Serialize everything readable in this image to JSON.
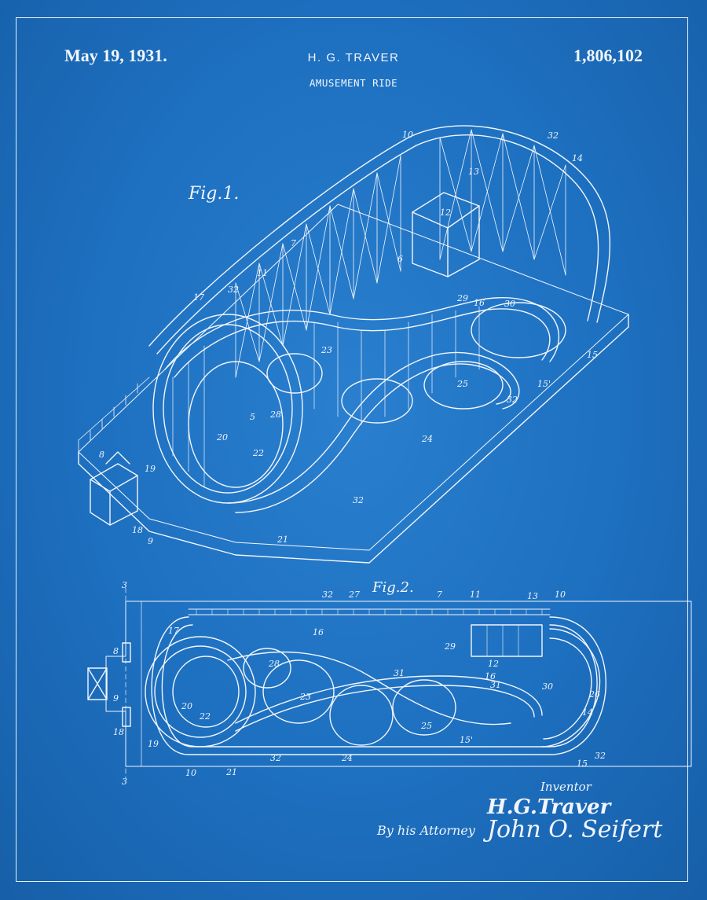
{
  "header": {
    "date": "May 19, 1931.",
    "inventor": "H. G. TRAVER",
    "patent_number": "1,806,102",
    "title": "AMUSEMENT RIDE"
  },
  "figures": {
    "fig1_label": "Fig.1.",
    "fig2_label": "Fig.2."
  },
  "fig1_refs": [
    "10",
    "32",
    "14",
    "13",
    "12",
    "7",
    "6",
    "11",
    "17",
    "32",
    "23",
    "29",
    "16",
    "30",
    "15",
    "15'",
    "25",
    "32",
    "24",
    "5",
    "28",
    "20",
    "22",
    "8",
    "19",
    "18",
    "9",
    "21",
    "32"
  ],
  "fig2_refs": [
    "3",
    "32",
    "27",
    "7",
    "11",
    "13",
    "10",
    "17",
    "16",
    "29",
    "8",
    "28",
    "12",
    "31",
    "16",
    "30",
    "26",
    "23",
    "31",
    "9",
    "20",
    "22",
    "25",
    "14",
    "18",
    "15'",
    "19",
    "24",
    "32",
    "32",
    "15",
    "3",
    "10",
    "21"
  ],
  "signature": {
    "inventor_label": "Inventor",
    "inventor_name": "H.G.Traver",
    "attorney_label": "By his Attorney",
    "attorney_signature": "John O. Seifert"
  },
  "colors": {
    "background": "#1d6fbf",
    "ink": "#f2f6fb"
  }
}
